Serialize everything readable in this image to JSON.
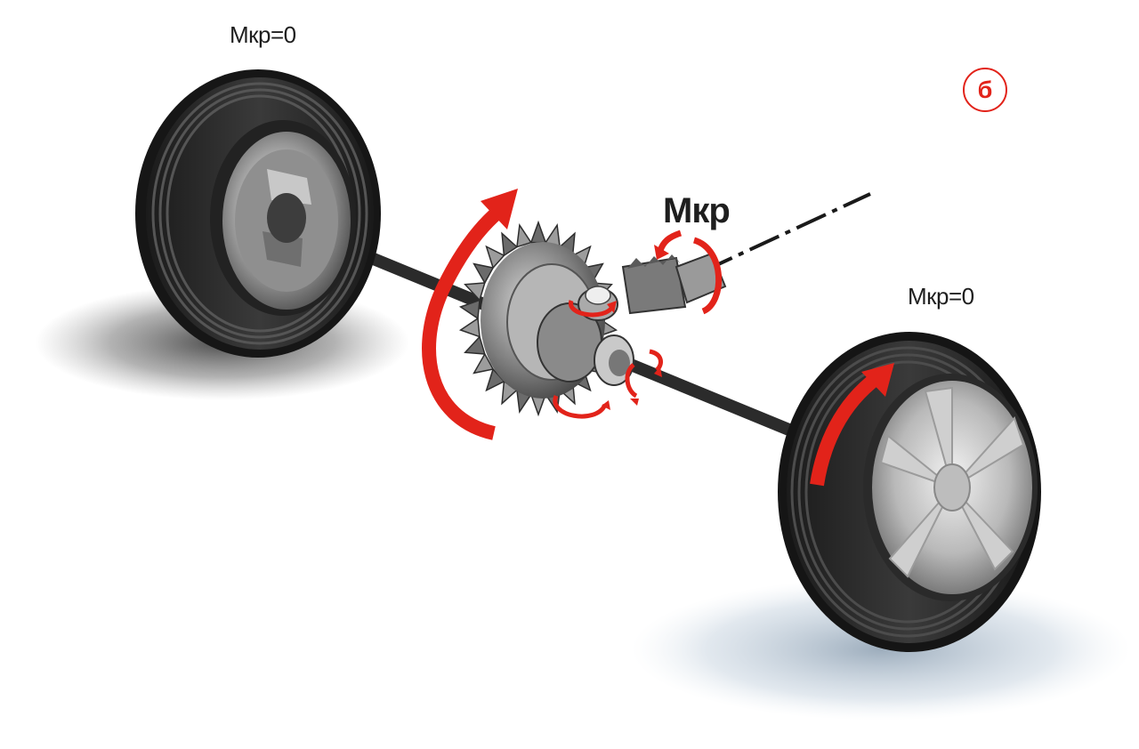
{
  "labels": {
    "left_wheel_torque": "Мкр=0",
    "right_wheel_torque": "Мкр=0",
    "input_torque": "Мкр"
  },
  "badge": "б",
  "colors": {
    "arrow_red": "#e2231a",
    "tire": "#2a2a2a",
    "axle": "#2b2b2b",
    "rim": "#9a9a9a"
  },
  "icons": [
    "torque-arrow-icon",
    "rotation-arrow-icon",
    "gear-icon",
    "wheel-icon"
  ]
}
